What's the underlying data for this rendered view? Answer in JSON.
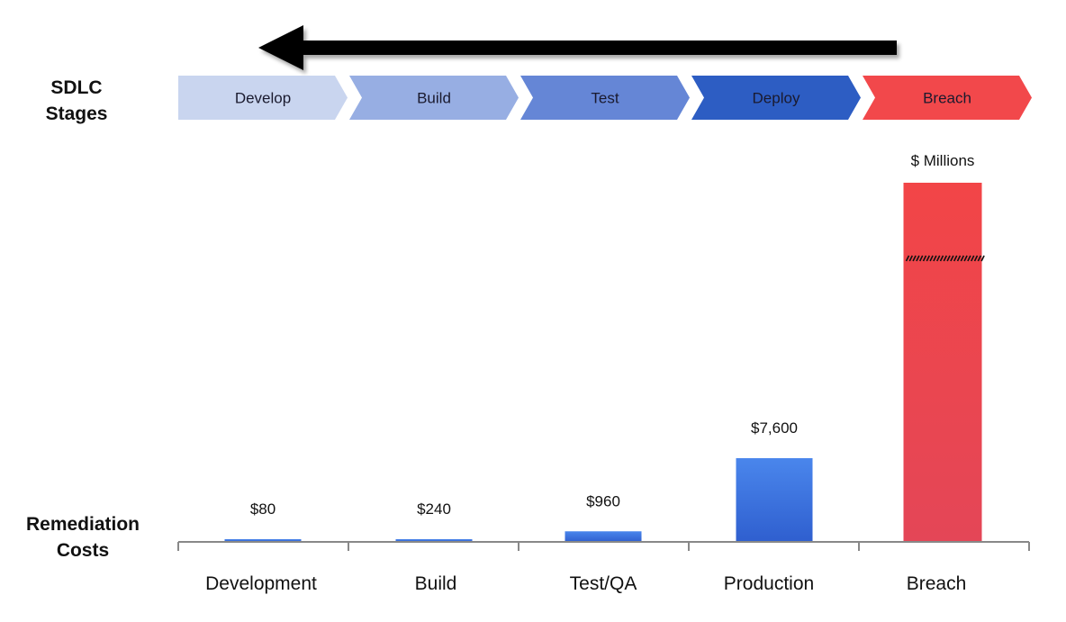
{
  "labels": {
    "sdlc_line1": "SDLC",
    "sdlc_line2": "Stages",
    "costs_line1": "Remediation",
    "costs_line2": "Costs"
  },
  "stages": [
    {
      "label": "Develop",
      "color": "#c9d5ef"
    },
    {
      "label": "Build",
      "color": "#97aee3"
    },
    {
      "label": "Test",
      "color": "#6586d6"
    },
    {
      "label": "Deploy",
      "color": "#2d5dc3"
    },
    {
      "label": "Breach",
      "color": "#f2484b"
    }
  ],
  "colors": {
    "bar_blue_top": "#4a86ec",
    "bar_blue_bottom": "#2f5fcf",
    "bar_red_top": "#f24547",
    "bar_red_bottom": "#e44657",
    "arrow": "#000000",
    "axis": "#888888"
  },
  "chart_data": {
    "type": "bar",
    "categories": [
      "Development",
      "Build",
      "Test/QA",
      "Production",
      "Breach"
    ],
    "values": [
      80,
      240,
      960,
      7600,
      null
    ],
    "value_labels": [
      "$80",
      "$240",
      "$960",
      "$7,600",
      "$ Millions"
    ],
    "axis_break_on": "Breach",
    "xlabel": "",
    "ylabel": "",
    "grid": false
  }
}
